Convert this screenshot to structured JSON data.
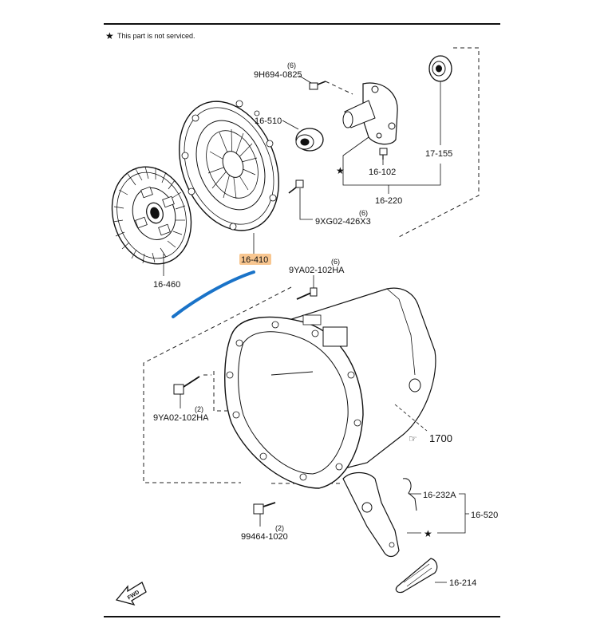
{
  "note": {
    "star": "★",
    "text": "This part is not serviced."
  },
  "callouts": {
    "bolt_9h694": {
      "qty": "(6)",
      "part": "9H694-0825"
    },
    "bolt_9xg02": {
      "qty": "(6)",
      "part": "9XG02-426X3"
    },
    "bolt_9ya02_top": {
      "qty": "(6)",
      "part": "9YA02-102HA"
    },
    "bolt_9ya02_left": {
      "qty": "(2)",
      "part": "9YA02-102HA"
    },
    "bolt_99464": {
      "qty": "(2)",
      "part": "99464-1020"
    },
    "release_bearing": {
      "part": "16-510"
    },
    "clutch_cover": {
      "part": "16-410"
    },
    "clutch_disc": {
      "part": "16-460"
    },
    "pilot_bearing": {
      "part": "17-155"
    },
    "guide_bolt": {
      "part": "16-102"
    },
    "release_collar": {
      "part": "16-220"
    },
    "spring_clip": {
      "part": "16-232A"
    },
    "release_fork": {
      "part": "16-520"
    },
    "fork_boot": {
      "part": "16-214"
    },
    "transmission_ref": {
      "part": "1700"
    },
    "stars": {
      "collar": "★",
      "fork": "★"
    },
    "fwd": "FWD"
  },
  "colors": {
    "line": "#111111",
    "highlight": "#f5b36b",
    "annotation_arrow": "#1a73c8"
  }
}
